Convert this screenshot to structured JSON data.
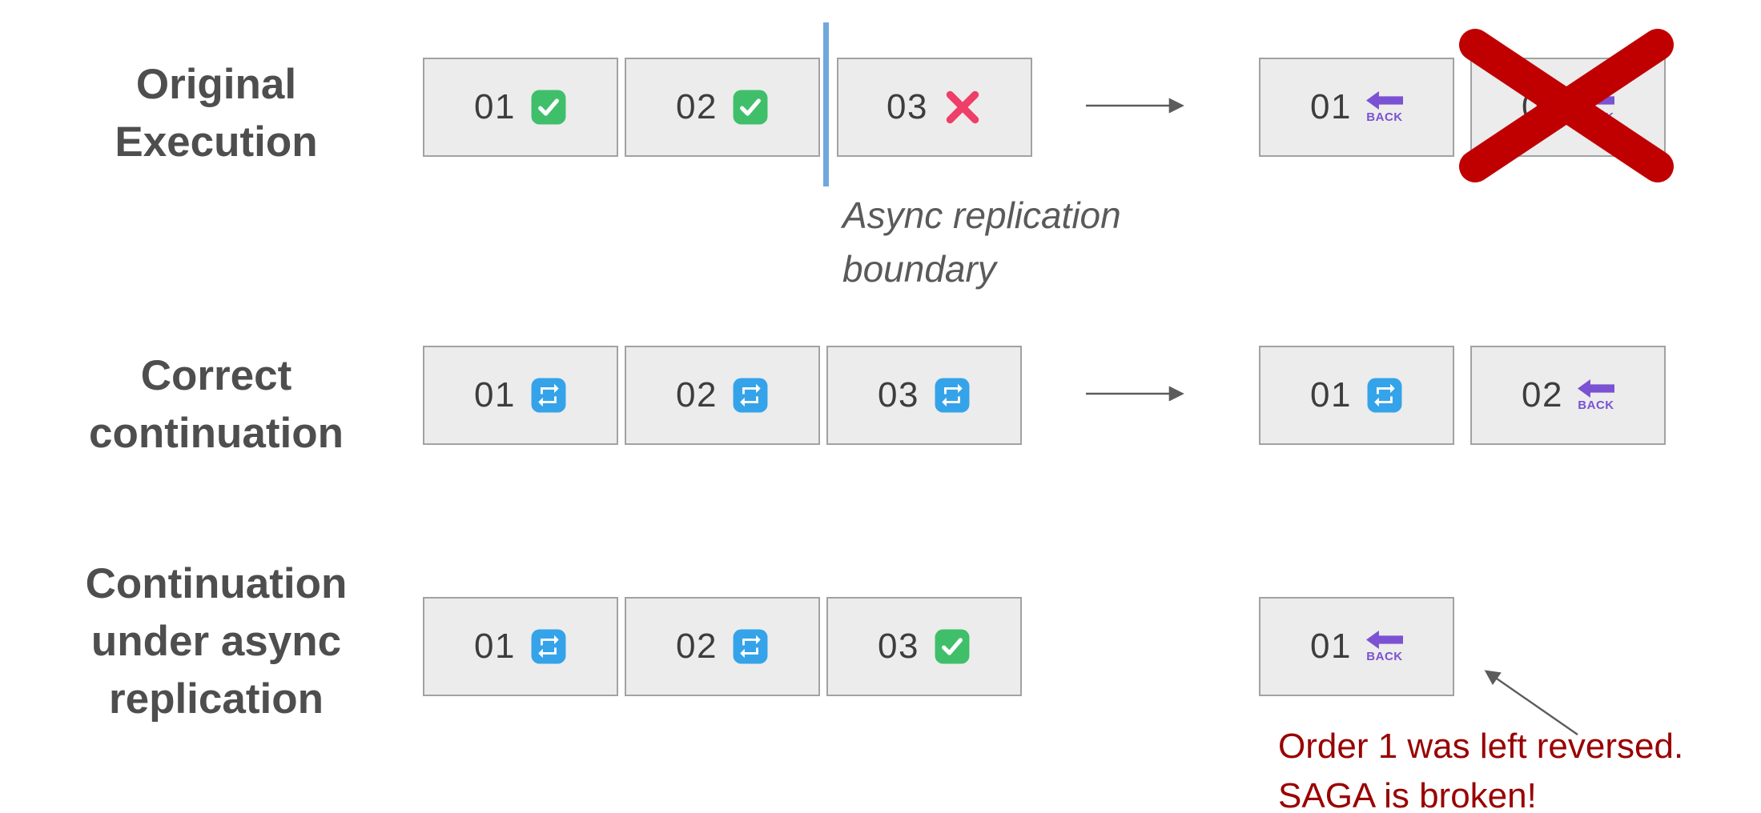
{
  "rows": [
    {
      "label": "Original Execution",
      "label_lines": [
        "Original",
        "Execution"
      ],
      "left_boxes": [
        {
          "num": "01",
          "icon": "check"
        },
        {
          "num": "02",
          "icon": "check"
        },
        {
          "num": "03",
          "icon": "cross"
        }
      ],
      "right_boxes": [
        {
          "num": "01",
          "icon": "back"
        },
        {
          "num": "02",
          "icon": "back",
          "crossed": true
        }
      ]
    },
    {
      "label": "Correct continuation",
      "label_lines": [
        "Correct",
        "continuation"
      ],
      "left_boxes": [
        {
          "num": "01",
          "icon": "repeat"
        },
        {
          "num": "02",
          "icon": "repeat"
        },
        {
          "num": "03",
          "icon": "repeat"
        }
      ],
      "right_boxes": [
        {
          "num": "01",
          "icon": "repeat"
        },
        {
          "num": "02",
          "icon": "back"
        }
      ]
    },
    {
      "label": "Continuation under async replication",
      "label_lines": [
        "Continuation",
        "under async",
        "replication"
      ],
      "left_boxes": [
        {
          "num": "01",
          "icon": "repeat"
        },
        {
          "num": "02",
          "icon": "repeat"
        },
        {
          "num": "03",
          "icon": "check"
        }
      ],
      "right_boxes": [
        {
          "num": "01",
          "icon": "back"
        }
      ]
    }
  ],
  "back_label": "BACK",
  "boundary_label_lines": [
    "Async replication",
    "boundary"
  ],
  "warning_lines": [
    "Order 1 was left reversed.",
    "SAGA is broken!"
  ],
  "colors": {
    "box_bg": "#ececec",
    "box_border": "#a2a2a2",
    "label_gray": "#4e4e4e",
    "check_green": "#3fbf6a",
    "cross_pink": "#ef3e68",
    "repeat_blue": "#35a3e9",
    "back_purple": "#7b52d3",
    "boundary_blue": "#6fa8dc",
    "warning_red": "#990000",
    "big_x_red": "#c00000",
    "arrow_gray": "#5c5c5c"
  }
}
